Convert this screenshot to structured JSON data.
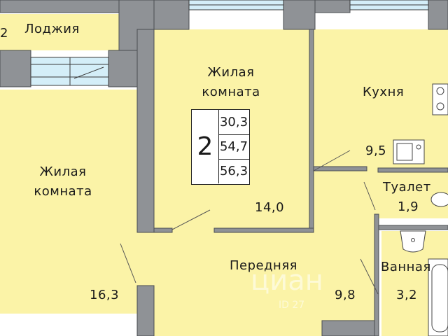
{
  "colors": {
    "floor": "#fbf3a7",
    "wall": "#8f9296",
    "window": "#d4eef8",
    "fixture": "#ffffff",
    "line": "#2a2a2a"
  },
  "rooms": {
    "balcony": {
      "name": "Лоджия",
      "area_partial": "2"
    },
    "living_left": {
      "name_line1": "Жилая",
      "name_line2": "комната",
      "area": "16,3"
    },
    "living_center": {
      "name_line1": "Жилая",
      "name_line2": "комната",
      "area": "14,0"
    },
    "kitchen": {
      "name": "Кухня",
      "area": "9,5"
    },
    "toilet": {
      "name": "Туалет",
      "area": "1,9"
    },
    "hall": {
      "name": "Передняя",
      "area": "9,8"
    },
    "bathroom": {
      "name": "Ванная",
      "area": "3,2"
    }
  },
  "apartment": {
    "rooms_count": "2",
    "living_area": "30,3",
    "total_area": "54,7",
    "total_area_with_balcony": "56,3"
  },
  "watermark": {
    "brand": "циан",
    "id_partial": "ID 27"
  },
  "icons": [
    "stove-icon",
    "sink-icon",
    "washbasin-icon",
    "bathtub-icon",
    "toilet-icon"
  ]
}
